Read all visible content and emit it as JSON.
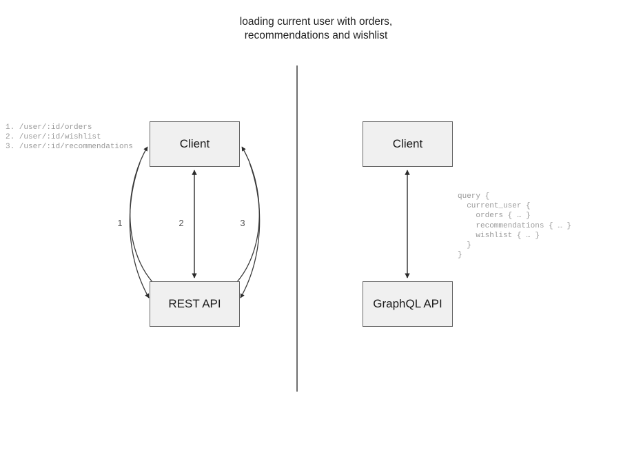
{
  "title": "loading current user with orders,\nrecommendations and wishlist",
  "divider": {
    "name": "vertical-divider"
  },
  "left": {
    "endpoints": "1. /user/:id/orders\n2. /user/:id/wishlist\n3. /user/:id/recommendations",
    "client_label": "Client",
    "api_label": "REST API",
    "edge_labels": [
      "1",
      "2",
      "3"
    ]
  },
  "right": {
    "client_label": "Client",
    "api_label": "GraphQL API",
    "query": "query {\n  current_user {\n    orders { … }\n    recommendations { … }\n    wishlist { … }\n  }\n}"
  },
  "colors": {
    "box_fill": "#f0f0f0",
    "box_border": "#666666",
    "text": "#1a1a1a",
    "code_text": "#9a9a9a",
    "divider": "#6e6e6e",
    "edge": "#3a3a3a",
    "background": "#ffffff"
  }
}
